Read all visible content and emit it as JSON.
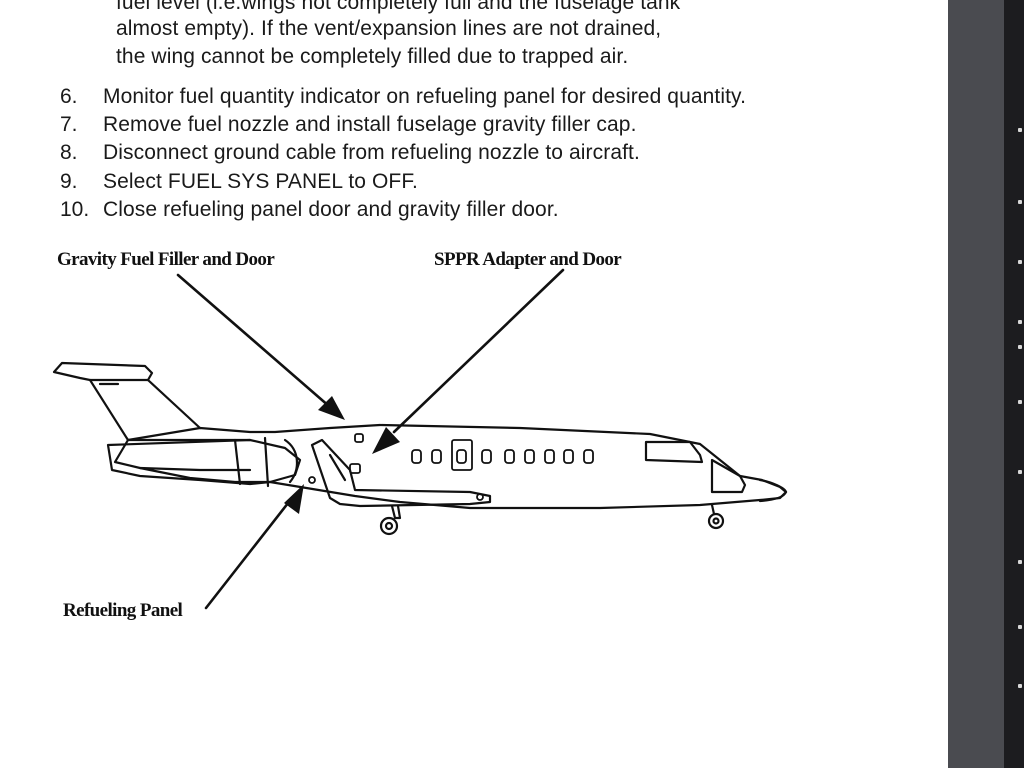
{
  "intro_lines": [
    "fuel level (i.e.wings not completely full and the fuselage tank",
    "almost empty). If the vent/expansion lines are not drained,",
    "the wing cannot be completely filled due to trapped air."
  ],
  "steps": [
    {
      "num": "6.",
      "text": "Monitor fuel quantity indicator on refueling panel for desired quantity."
    },
    {
      "num": "7.",
      "text": "Remove fuel nozzle and install fuselage gravity filler cap."
    },
    {
      "num": "8.",
      "text": "Disconnect ground cable from refueling nozzle to aircraft."
    },
    {
      "num": "9.",
      "text": "Select FUEL SYS PANEL to OFF."
    },
    {
      "num": "10.",
      "text": "Close refueling panel door and gravity filler door."
    }
  ],
  "diagram": {
    "labels": {
      "gravity_filler": "Gravity Fuel Filler and Door",
      "sppr_adapter": "SPPR Adapter and Door",
      "refueling_panel": "Refueling Panel"
    }
  }
}
